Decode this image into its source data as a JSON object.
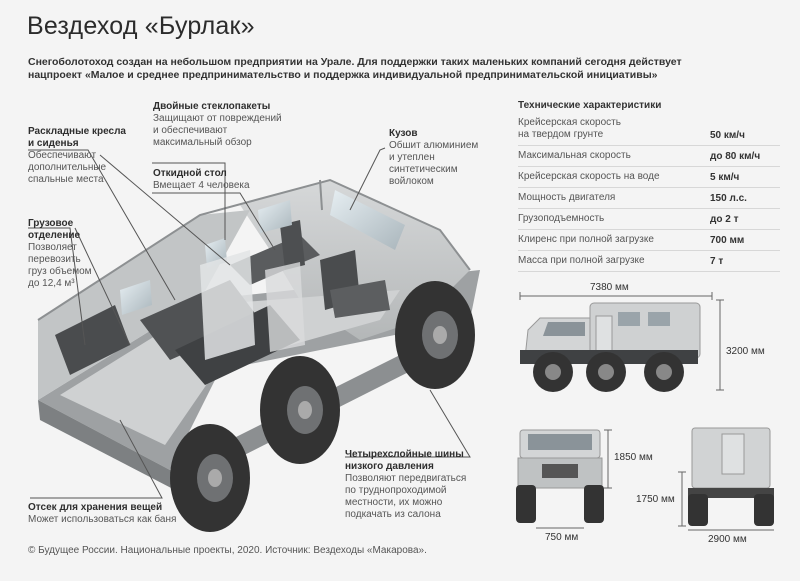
{
  "header": {
    "title": "Вездеход «Бурлак»",
    "subtitle_line1": "Снегоболотоход создан на небольшом предприятии на Урале. Для поддержки таких маленьких компаний сегодня действует",
    "subtitle_line2": "нацпроект «Малое и среднее предпринимательство и поддержка индивидуальной предпринимательской инициативы»"
  },
  "callouts": {
    "windows": {
      "title": "Двойные стеклопакеты",
      "desc1": "Защищают от повреждений",
      "desc2": "и обеспечивают",
      "desc3": "максимальный обзор"
    },
    "seats": {
      "title1": "Раскладные кресла",
      "title2": "и сиденья",
      "desc1": "Обеспечивают",
      "desc2": "дополнительные",
      "desc3": "спальные места"
    },
    "table": {
      "title": "Откидной стол",
      "desc": "Вмещает 4 человека"
    },
    "body": {
      "title": "Кузов",
      "desc1": "Обшит алюминием",
      "desc2": "и утеплен",
      "desc3": "синтетическим",
      "desc4": "войлоком"
    },
    "cargo": {
      "title1": "Грузовое",
      "title2": "отделение",
      "desc1": "Позволяет",
      "desc2": "перевозить",
      "desc3": "груз объемом",
      "desc4": "до 12,4 м³"
    },
    "tires": {
      "title1": "Четырехслойные шины",
      "title2": "низкого давления",
      "desc1": "Позволяют передвигаться",
      "desc2": "по труднопроходимой",
      "desc3": "местности, их можно",
      "desc4": "подкачать из салона"
    },
    "storage": {
      "title": "Отсек для хранения вещей",
      "desc": "Может использоваться как баня"
    }
  },
  "specs": {
    "title": "Технические характеристики",
    "rows": [
      {
        "label1": "Крейсерская скорость",
        "label2": "на твердом грунте",
        "value": "50 км/ч"
      },
      {
        "label1": "Максимальная скорость",
        "label2": "",
        "value": "до 80 км/ч"
      },
      {
        "label1": "Крейсерская скорость на воде",
        "label2": "",
        "value": "5 км/ч"
      },
      {
        "label1": "Мощность двигателя",
        "label2": "",
        "value": "150 л.с."
      },
      {
        "label1": "Грузоподъемность",
        "label2": "",
        "value": "до 2 т"
      },
      {
        "label1": "Клиренс при полной загрузке",
        "label2": "",
        "value": "700 мм"
      },
      {
        "label1": "Масса при полной загрузке",
        "label2": "",
        "value": "7 т"
      }
    ]
  },
  "dimensions": {
    "length": "7380 мм",
    "height": "3200 мм",
    "front_height": "1850 мм",
    "track": "750 мм",
    "rear_height": "1750 мм",
    "width": "2900 мм"
  },
  "footer": "© Будущее России. Национальные проекты, 2020. Источник: Вездеходы «Макарова».",
  "colors": {
    "body_gray": "#c9cbcc",
    "dark": "#444444",
    "tire": "#3a3a3a",
    "line": "#555555"
  }
}
